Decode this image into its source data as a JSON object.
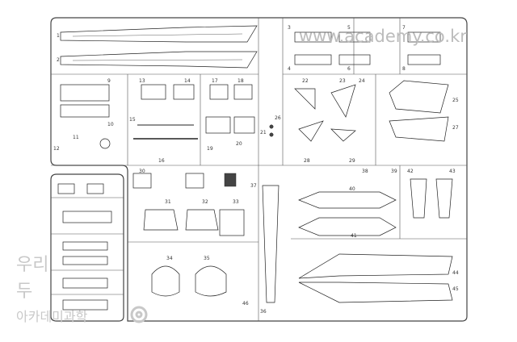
{
  "watermark": {
    "url": "www.academy.co.kr",
    "korean_line1": "우리",
    "korean_line2": "두",
    "korean_line3": "아카데미과학"
  },
  "part_numbers": {
    "n1": "1",
    "n2": "2",
    "n3": "3",
    "n4": "4",
    "n5": "5",
    "n6": "6",
    "n7": "7",
    "n8": "8",
    "n9": "9",
    "n10": "10",
    "n11": "11",
    "n12": "12",
    "n13": "13",
    "n14": "14",
    "n15": "15",
    "n16": "16",
    "n17": "17",
    "n18": "18",
    "n19": "19",
    "n20": "20",
    "n21": "21",
    "n22": "22",
    "n23": "23",
    "n24": "24",
    "n25": "25",
    "n26": "26",
    "n27": "27",
    "n28": "28",
    "n29": "29",
    "n30": "30",
    "n31": "31",
    "n32": "32",
    "n33": "33",
    "n34": "34",
    "n35": "35",
    "n36": "36",
    "n37": "37",
    "n38": "38",
    "n39": "39",
    "n40": "40",
    "n41": "41",
    "n42": "42",
    "n43": "43",
    "n44": "44",
    "n45": "45",
    "n46": "46"
  }
}
